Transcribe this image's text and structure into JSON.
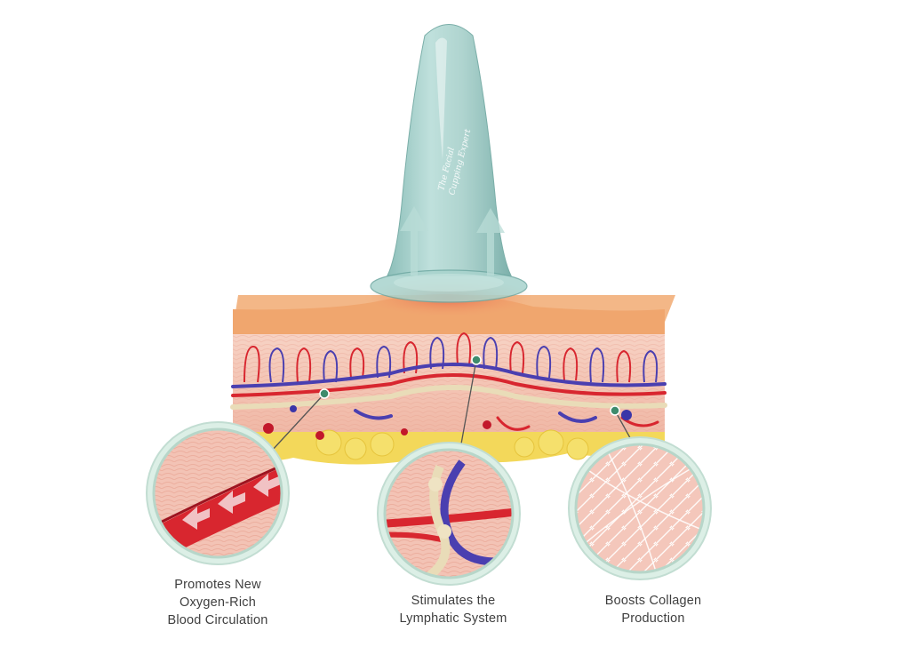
{
  "cup": {
    "watermark_line1": "The Facial",
    "watermark_line2": "Cupping Expert"
  },
  "callouts": [
    {
      "lines": [
        "Promotes New",
        "Oxygen-Rich",
        "Blood Circulation"
      ]
    },
    {
      "lines": [
        "Stimulates the",
        "Lymphatic System"
      ]
    },
    {
      "lines": [
        "Boosts Collagen",
        "Production"
      ]
    }
  ],
  "colors": {
    "cup": "#8fc4bf",
    "epidermis": "#f1b07c",
    "dermis": "#f6c6b4",
    "artery": "#d8262f",
    "vein": "#4a3fb0",
    "lymph": "#e9dcb8",
    "fat": "#f2d146",
    "ring": "#cfe6dc"
  }
}
